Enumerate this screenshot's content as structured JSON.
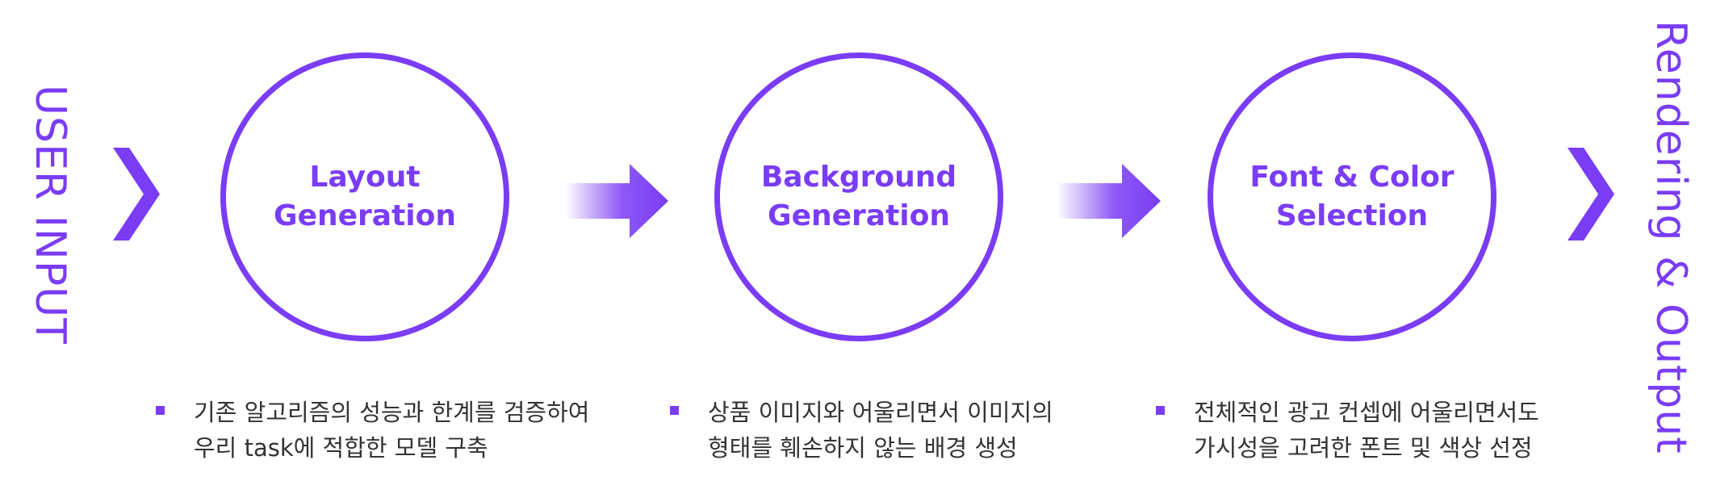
{
  "flow": {
    "input_label": "USER INPUT",
    "output_label": "Rendering & Output",
    "accent_color": "#7a3cf5",
    "steps": [
      {
        "title_line1": "Layout",
        "title_line2": "Generation",
        "desc_line1": "기존 알고리즘의 성능과 한계를 검증하여",
        "desc_line2": "우리 task에 적합한 모델 구축"
      },
      {
        "title_line1": "Background",
        "title_line2": "Generation",
        "desc_line1": "상품 이미지와 어울리면서 이미지의",
        "desc_line2": "형태를 훼손하지 않는 배경 생성"
      },
      {
        "title_line1": "Font & Color",
        "title_line2": "Selection",
        "desc_line1": "전체적인 광고 컨셉에 어울리면서도",
        "desc_line2": "가시성을 고려한 폰트 및 색상 선정"
      }
    ]
  }
}
